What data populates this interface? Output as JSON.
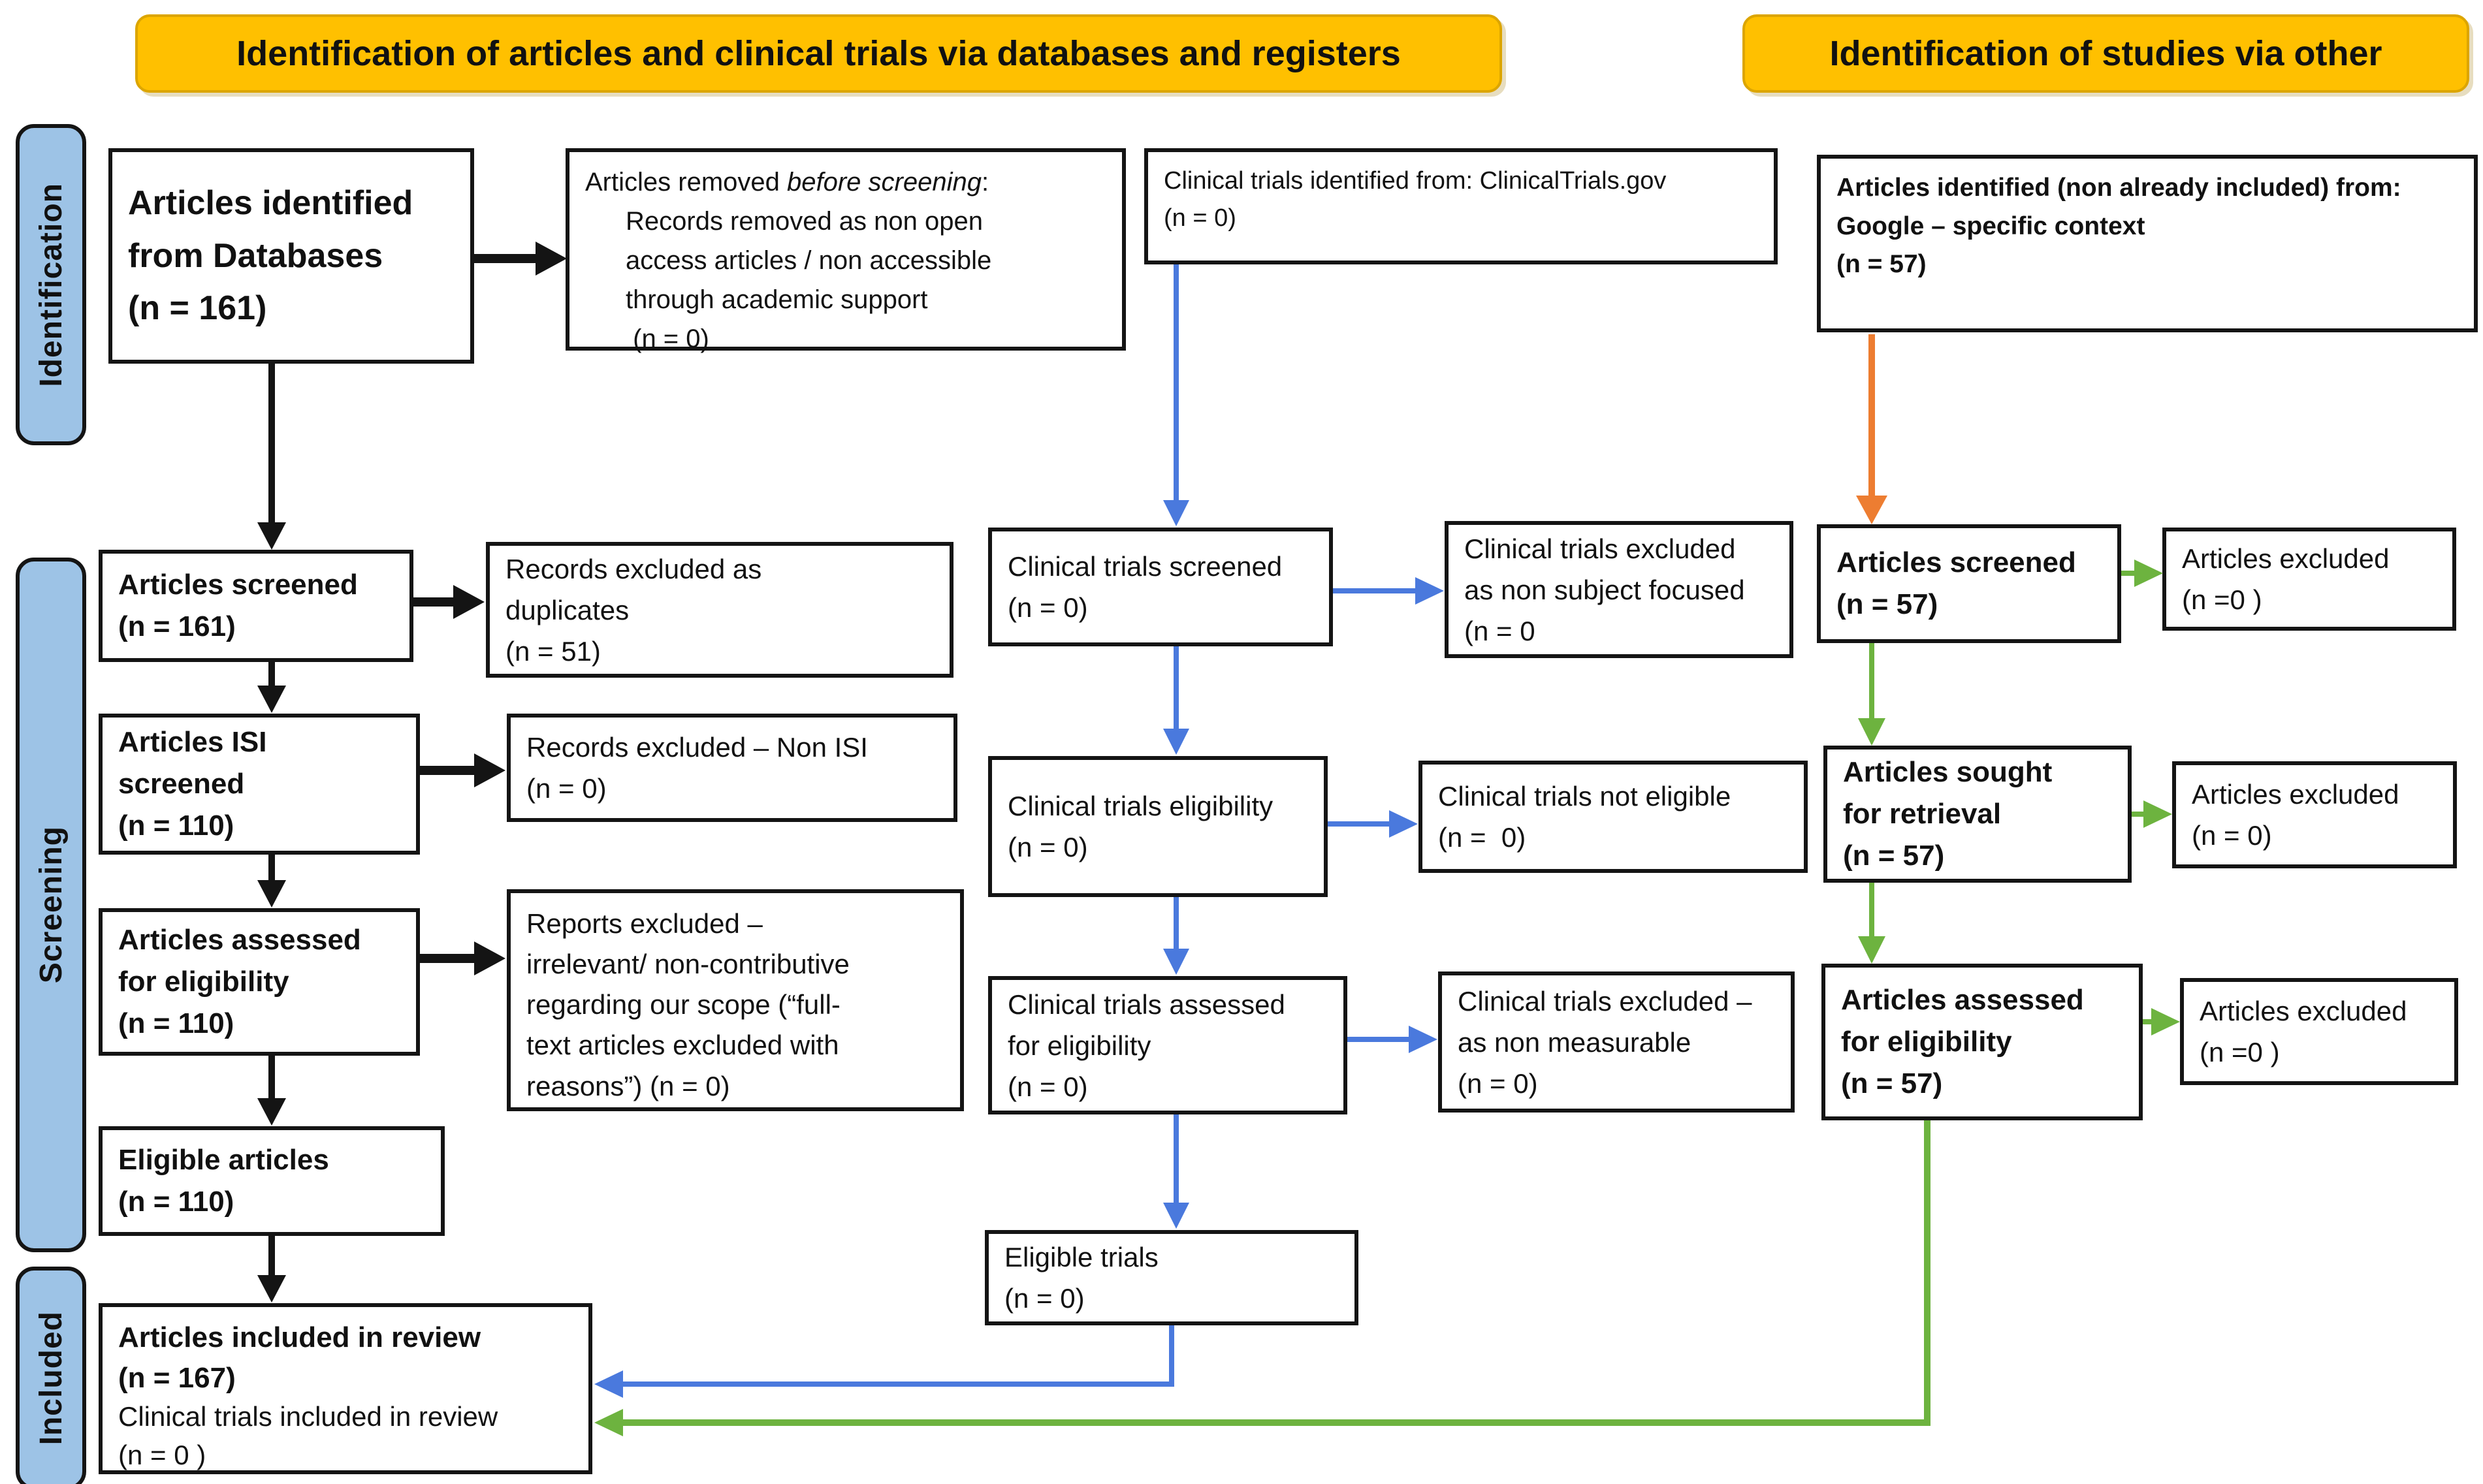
{
  "banners": {
    "left": "Identification of articles and clinical trials via databases and registers",
    "right": "Identification of studies via other"
  },
  "sidebar": {
    "identification": "Identification",
    "screening": "Screening",
    "included": "Included"
  },
  "boxes": {
    "identified_db": "Articles identified\nfrom Databases\n(n = 161)",
    "removed_before_screening": {
      "prefix": "Articles removed ",
      "italic": "before screening",
      "suffix": ":",
      "body": "Records removed as non open\naccess articles / non accessible\nthrough academic support\n (n = 0)"
    },
    "ct_identified": "Clinical trials identified from: ClinicalTrials.gov\n(n = 0)",
    "identified_other": "Articles identified (non already included) from:\nGoogle – specific context\n(n = 57)",
    "screened_db": "Articles screened\n(n = 161)",
    "excluded_duplicates": "Records excluded as\nduplicates\n(n = 51)",
    "ct_screened": "Clinical trials screened\n(n = 0)",
    "ct_excluded_subject": "Clinical trials excluded\nas non subject focused\n(n = 0",
    "screened_other": "Articles screened\n(n = 57)",
    "excluded_other_1": "Articles excluded\n(n =0 )",
    "isi_screened": "Articles ISI\nscreened\n(n = 110)",
    "excluded_non_isi": "Records excluded – Non ISI\n(n = 0)",
    "ct_eligibility": "Clinical trials eligibility\n(n = 0)",
    "ct_not_eligible": "Clinical trials not eligible\n(n =  0)",
    "sought_retrieval": "Articles sought\nfor retrieval\n(n = 57)",
    "excluded_other_2": "Articles excluded\n(n = 0)",
    "assessed_db": "Articles assessed\nfor eligibility\n(n = 110)",
    "reports_excluded": "Reports excluded –\nirrelevant/ non-contributive\nregarding our scope (“full-\ntext articles excluded with\nreasons”) (n = 0)",
    "ct_assessed": "Clinical trials assessed\nfor eligibility\n(n = 0)",
    "ct_excluded_measurable": "Clinical trials excluded –\nas non measurable\n(n = 0)",
    "assessed_other": "Articles assessed\nfor eligibility\n(n = 57)",
    "excluded_other_3": "Articles excluded\n(n =0 )",
    "eligible_articles": "Eligible articles\n(n = 110)",
    "eligible_trials": "Eligible trials\n(n = 0)",
    "included_review": {
      "bold": "Articles included in review\n(n = 167)",
      "regular": "Clinical trials included in review\n(n = 0 )"
    }
  },
  "colors": {
    "banner_fill": "#FFC000",
    "sidebar_fill": "#9DC3E6",
    "box_border": "#141414",
    "arrow_black": "#141414",
    "arrow_blue": "#4a79dd",
    "arrow_green": "#6db33f",
    "arrow_orange": "#ED7D31"
  }
}
